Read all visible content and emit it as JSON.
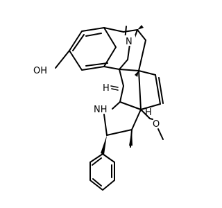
{
  "structure": {
    "atoms": {
      "hydroxyl": "OH",
      "tertiary_amine": "N",
      "secondary_amine": "NH",
      "methoxy_oxygen": "O"
    },
    "stereo_labels": {
      "s1": "H",
      "s2": "H"
    }
  },
  "colors": {
    "background": "#ffffff",
    "bond": "#000000",
    "text": "#000000"
  }
}
